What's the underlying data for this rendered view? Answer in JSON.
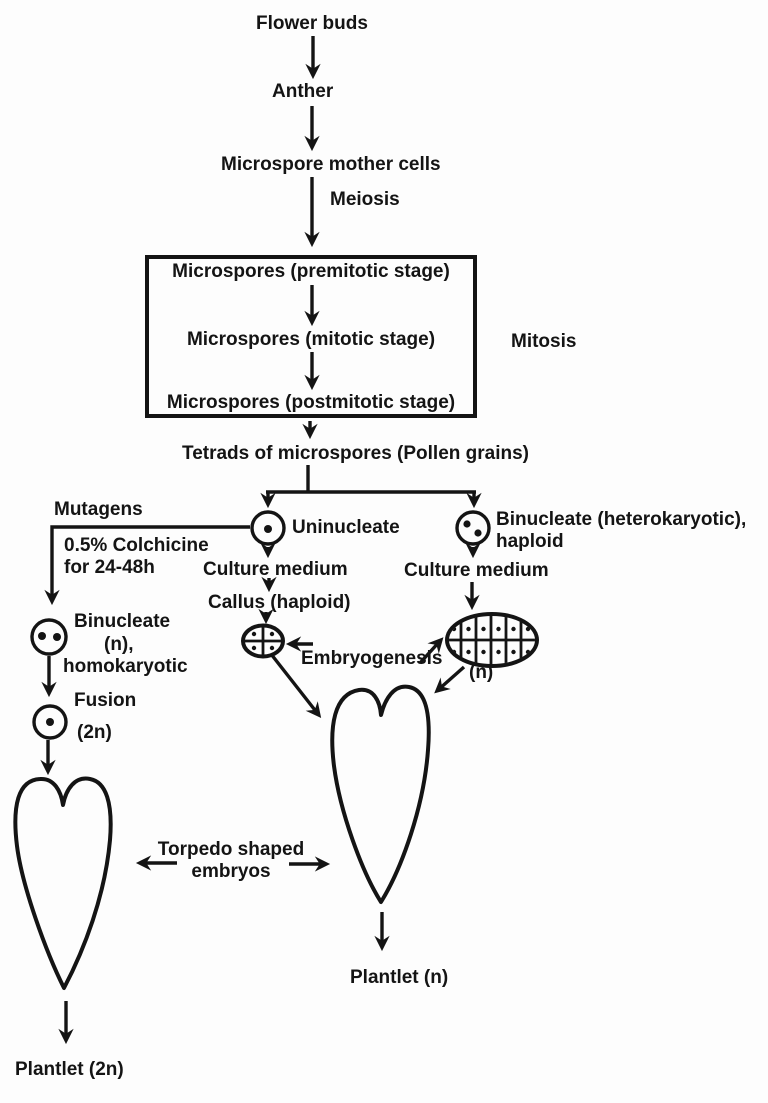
{
  "colors": {
    "ink": "#141414",
    "paper": "#fdfdfd"
  },
  "flow": {
    "flower_buds": "Flower buds",
    "anther": "Anther",
    "microspore_mother_cells": "Microspore mother cells",
    "meiosis": "Meiosis",
    "mitosis": "Mitosis",
    "box": {
      "premitotic": "Microspores (premitotic stage)",
      "mitotic": "Microspores (mitotic stage)",
      "postmitotic": "Microspores (postmitotic stage)"
    },
    "tetrads": "Tetrads of microspores (Pollen grains)"
  },
  "left_path": {
    "mutagens": "Mutagens",
    "colchicine_line1": "0.5% Colchicine",
    "colchicine_line2": "for 24-48h",
    "binucleate_line1": "Binucleate",
    "binucleate_line2": "(n),",
    "binucleate_line3": "homokaryotic",
    "fusion": "Fusion",
    "ploidy": "(2n)",
    "plantlet": "Plantlet (2n)"
  },
  "center_path": {
    "uninucleate": "Uninucleate",
    "culture_medium": "Culture medium",
    "callus": "Callus (haploid)",
    "embryogenesis": "Embryogenesis",
    "plantlet": "Plantlet (n)"
  },
  "right_path": {
    "binucleate_line1": "Binucleate (heterokaryotic),",
    "binucleate_line2": "haploid",
    "culture_medium": "Culture medium",
    "ploidy": "(n)"
  },
  "embryo_label": {
    "line1": "Torpedo shaped",
    "line2": "embryos"
  }
}
